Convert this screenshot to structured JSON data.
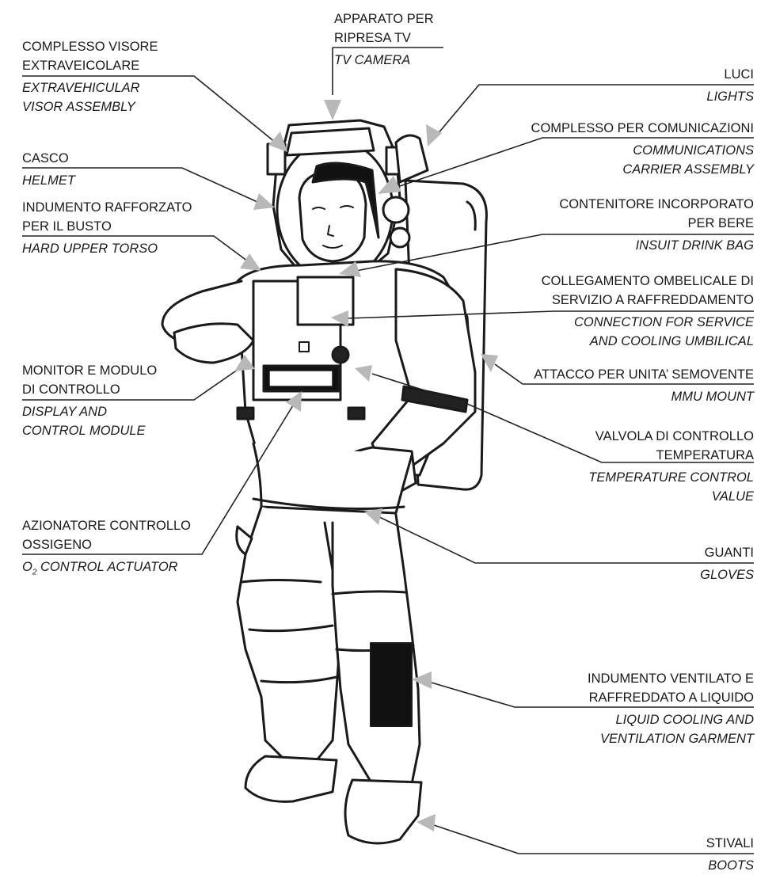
{
  "callouts": {
    "tv_camera": {
      "it": "APPARATO PER\nRIPRESA TV",
      "en": "TV CAMERA"
    },
    "visor": {
      "it": "COMPLESSO VISORE\nEXTRAVEICOLARE",
      "en": "EXTRAVEHICULAR\nVISOR ASSEMBLY"
    },
    "lights": {
      "it": "LUCI",
      "en": "LIGHTS"
    },
    "comms": {
      "it": "COMPLESSO PER COMUNICAZIONI",
      "en": "COMMUNICATIONS\nCARRIER ASSEMBLY"
    },
    "helmet": {
      "it": "CASCO",
      "en": "HELMET"
    },
    "drink_bag": {
      "it": "CONTENITORE INCORPORATO\nPER BERE",
      "en": "INSUIT DRINK BAG"
    },
    "torso": {
      "it": "INDUMENTO RAFFORZATO\nPER IL BUSTO",
      "en": "HARD UPPER TORSO"
    },
    "umbilical": {
      "it": "COLLEGAMENTO OMBELICALE DI\nSERVIZIO A RAFFREDDAMENTO",
      "en": "CONNECTION FOR SERVICE\nAND COOLING UMBILICAL"
    },
    "mmu": {
      "it": "ATTACCO PER UNITA’ SEMOVENTE",
      "en": "MMU MOUNT"
    },
    "display": {
      "it": "MONITOR E MODULO\nDI CONTROLLO",
      "en": "DISPLAY AND\nCONTROL MODULE"
    },
    "temp_valve": {
      "it": "VALVOLA DI CONTROLLO\nTEMPERATURA",
      "en": "TEMPERATURE CONTROL\nVALUE"
    },
    "o2": {
      "it": "AZIONATORE CONTROLLO\nOSSIGENO",
      "en_prefix": "O",
      "en_sub": "2",
      "en": " CONTROL ACTUATOR"
    },
    "gloves": {
      "it": "GUANTI",
      "en": "GLOVES"
    },
    "lcvg": {
      "it": "INDUMENTO VENTILATO E\nRAFFREDDATO A LIQUIDO",
      "en": "LIQUID COOLING AND\nVENTILATION GARMENT"
    },
    "boots": {
      "it": "STIVALI",
      "en": "BOOTS"
    }
  },
  "colors": {
    "ink": "#1a1a1a",
    "arrow": "#b8b8b8",
    "suit": "#ffffff"
  }
}
